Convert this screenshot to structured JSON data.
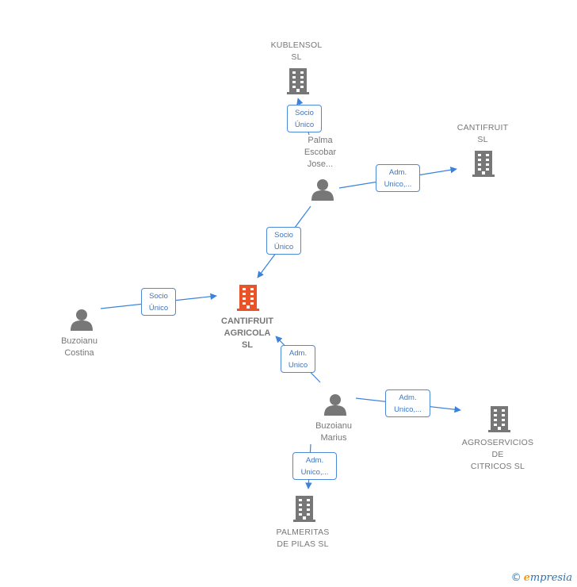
{
  "colors": {
    "edge": "#3a82dc",
    "icon": "#777777",
    "icon_main": "#e8542a",
    "label": "#777777"
  },
  "nodes": {
    "kublensol": {
      "label": "KUBLENSOL\nSL",
      "icon": "building-icon"
    },
    "cantifruit_sl": {
      "label": "CANTIFRUIT\nSL",
      "icon": "building-icon"
    },
    "palma": {
      "label": "Palma\nEscobar\nJose...",
      "icon": "person-icon"
    },
    "main": {
      "label": "CANTIFRUIT\nAGRICOLA\nSL",
      "icon": "building-icon"
    },
    "buzoianu_costina": {
      "label": "Buzoianu\nCostina",
      "icon": "person-icon"
    },
    "buzoianu_marius": {
      "label": "Buzoianu\nMarius",
      "icon": "person-icon"
    },
    "agroservicios": {
      "label": "AGROSERVICIOS\nDE\nCITRICOS  SL",
      "icon": "building-icon"
    },
    "palmeritas": {
      "label": "PALMERITAS\nDE PILAS  SL",
      "icon": "building-icon"
    }
  },
  "edges": {
    "palma_kublensol": {
      "label": "Socio\nÚnico"
    },
    "palma_cantifruit": {
      "label": "Adm.\nUnico,..."
    },
    "palma_main": {
      "label": "Socio\nÚnico"
    },
    "costina_main": {
      "label": "Socio\nÚnico"
    },
    "marius_main": {
      "label": "Adm.\nUnico"
    },
    "marius_agro": {
      "label": "Adm.\nUnico,..."
    },
    "marius_palmeritas": {
      "label": "Adm.\nUnico,..."
    }
  },
  "footer": {
    "copyright": "©",
    "brand_initial": "e",
    "brand_rest": "mpresia"
  }
}
